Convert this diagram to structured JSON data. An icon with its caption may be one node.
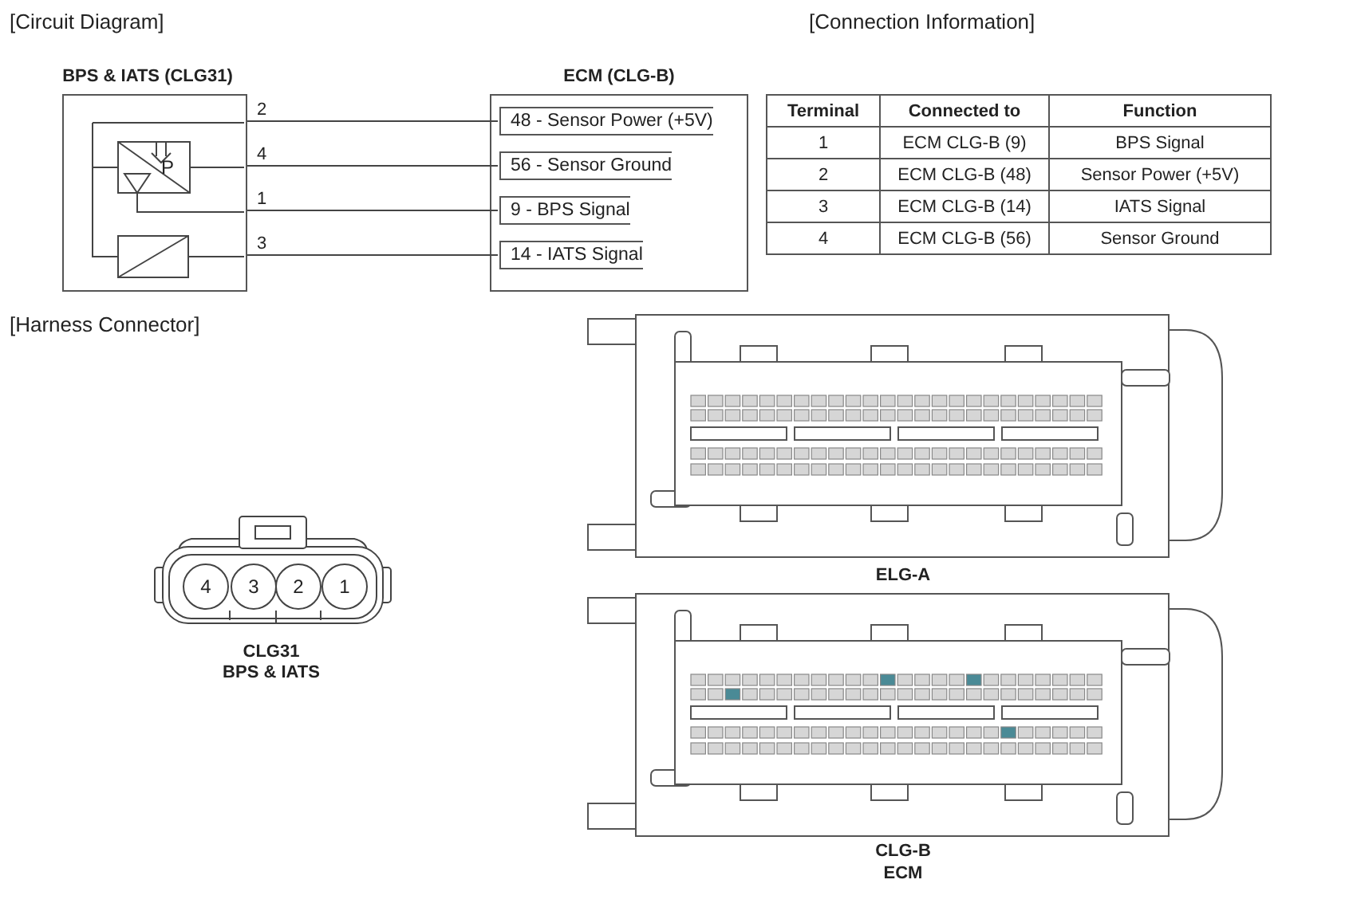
{
  "diagram": {
    "nodes": [
      {
        "text": [
          "BPS & IATS (CLG31)"
        ]
      },
      {
        "text": [
          "ECM (CLG-B)"
        ]
      },
      {
        "text": [
          "48 - Sensor Power (+5V)"
        ],
        "in": 1
      },
      {
        "text": [
          "56 - Sensor Ground"
        ],
        "in": 1
      },
      {
        "text": [
          "9 - BPS Signal"
        ],
        "in": 1
      },
      {
        "text": [
          "14 - IATS Signal"
        ],
        "in": 1
      }
    ],
    "edges": [
      {
        "from": 0,
        "to": 2,
        "arrow": "none",
        "label": "2"
      },
      {
        "from": 0,
        "to": 3,
        "arrow": "none",
        "label": "4"
      },
      {
        "from": 0,
        "to": 4,
        "arrow": "none",
        "label": "1"
      },
      {
        "from": 0,
        "to": 5,
        "arrow": "none",
        "label": "3"
      }
    ],
    "labels": [
      "[Circuit Diagram]",
      "[Connection Information]",
      "P",
      "Terminal",
      "Connected to",
      "Function",
      "1",
      "ECM CLG-B (9)",
      "BPS Signal",
      "2",
      "ECM CLG-B (48)",
      "Sensor Power (+5V)",
      "3",
      "ECM CLG-B (14)",
      "IATS Signal",
      "4",
      "ECM CLG-B (56)",
      "Sensor Ground",
      "[Harness Connector]",
      "4",
      "3",
      "2",
      "1",
      "CLG31",
      "BPS & IATS",
      "ELG-A",
      "CLG-B",
      "ECM"
    ]
  }
}
